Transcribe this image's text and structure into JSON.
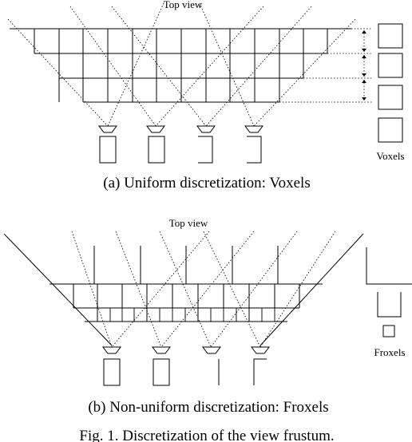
{
  "panel_a": {
    "top_label": "Top view",
    "legend_label": "Voxels",
    "caption": "(a) Uniform discretization: Voxels"
  },
  "panel_b": {
    "top_label": "Top view",
    "legend_label": "Froxels",
    "caption": "(b) Non-uniform discretization: Froxels"
  },
  "figure_caption": "Fig. 1.  Discretization of the view frustum."
}
